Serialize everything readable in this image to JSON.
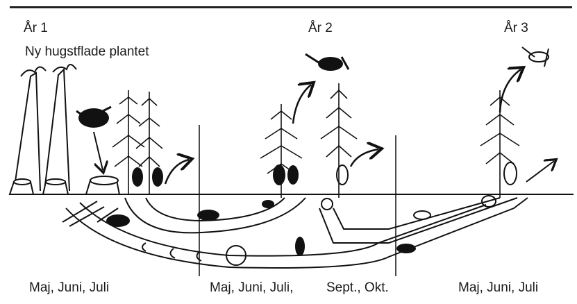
{
  "years": {
    "year1": "År 1",
    "year2": "År 2",
    "year3": "År 3"
  },
  "subtitle": "Ny hugstflade plantet",
  "months": {
    "m1": "Maj, Juni, Juli",
    "m2": "Maj, Juni, Juli,",
    "m3": "Sept., Okt.",
    "m4": "Maj, Juni, Juli"
  },
  "icons": [
    "stump-icon",
    "tree-trunk-icon",
    "weevil-icon",
    "seedling-icon",
    "larva-icon",
    "pupa-icon",
    "arrow-icon"
  ]
}
